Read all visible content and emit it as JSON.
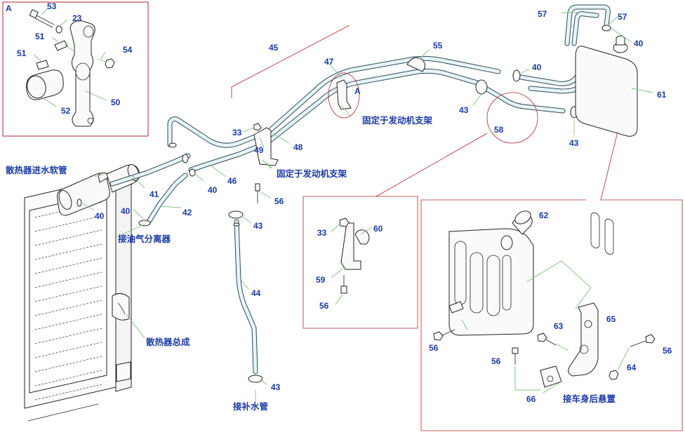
{
  "callouts": {
    "c53": "53",
    "c23": "23",
    "c51a": "51",
    "c51b": "51",
    "c54": "54",
    "c50": "50",
    "c52": "52",
    "c45": "45",
    "c47": "47",
    "c55": "55",
    "c57a": "57",
    "c57b": "57",
    "c40a": "40",
    "c40b": "40",
    "c43a": "43",
    "c58": "58",
    "c61": "61",
    "c43b": "43",
    "c33a": "33",
    "c49": "49",
    "c48": "48",
    "c41": "41",
    "c40c": "40",
    "c40d": "40",
    "c46": "46",
    "c40e": "40",
    "c42": "42",
    "c56a": "56",
    "c43c": "43",
    "c44": "44",
    "c43d": "43",
    "c33b": "33",
    "c60": "60",
    "c59": "59",
    "c56b": "56",
    "c62": "62",
    "c65": "65",
    "c63": "63",
    "c56c": "56",
    "c56d": "56",
    "c56e": "56",
    "c64": "64",
    "c66": "66"
  },
  "labels": {
    "detail_a_tag": "A",
    "clamp_a_tag": "A",
    "radiator_inlet_hose": "散热器进水软管",
    "to_oil_gas_separator": "接油气分离器",
    "radiator_assembly": "散热器总成",
    "fixed_to_engine_bracket_1": "固定于发动机支架",
    "fixed_to_engine_bracket_2": "固定于发动机支架",
    "to_makeup_water_pipe": "接补水管",
    "to_cab_rear_suspension": "接车身后悬置"
  },
  "colors": {
    "callout_text": "#1a3aa6",
    "frame_line": "#b3262a",
    "leader_line": "#7bc27a",
    "hose_fill": "#e6f4f8"
  }
}
